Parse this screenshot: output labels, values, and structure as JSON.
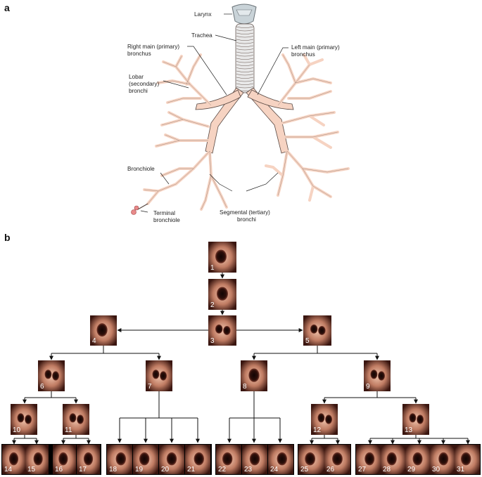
{
  "panel_a": {
    "letter": "a",
    "labels": {
      "larynx": "Larynx",
      "trachea": "Trachea",
      "right_main_1": "Right main (primary)",
      "right_main_2": "bronchus",
      "left_main_1": "Left main (primary)",
      "left_main_2": "bronchus",
      "lobar_1": "Lobar",
      "lobar_2": "(secondary)",
      "lobar_3": "bronchi",
      "bronchiole": "Bronchiole",
      "terminal_1": "Terminal",
      "terminal_2": "bronchiole",
      "segmental_1": "Segmental (tertiary)",
      "segmental_2": "bronchi"
    }
  },
  "panel_b": {
    "letter": "b",
    "nodes": [
      "1",
      "2",
      "3",
      "4",
      "5",
      "6",
      "7",
      "8",
      "9",
      "10",
      "11",
      "12",
      "13",
      "14",
      "15",
      "16",
      "17",
      "18",
      "19",
      "20",
      "21",
      "22",
      "23",
      "24",
      "25",
      "26",
      "27",
      "28",
      "29",
      "30",
      "31"
    ]
  },
  "colors": {
    "airway_fill": "#f6d3c2",
    "airway_stroke": "#5a4a44",
    "larynx_fill": "#c9d3d8",
    "arrow": "#111111",
    "endoscopy_dark": "#2a0f0a",
    "endoscopy_mid": "#b8735c",
    "endoscopy_light": "#e8b59c"
  }
}
